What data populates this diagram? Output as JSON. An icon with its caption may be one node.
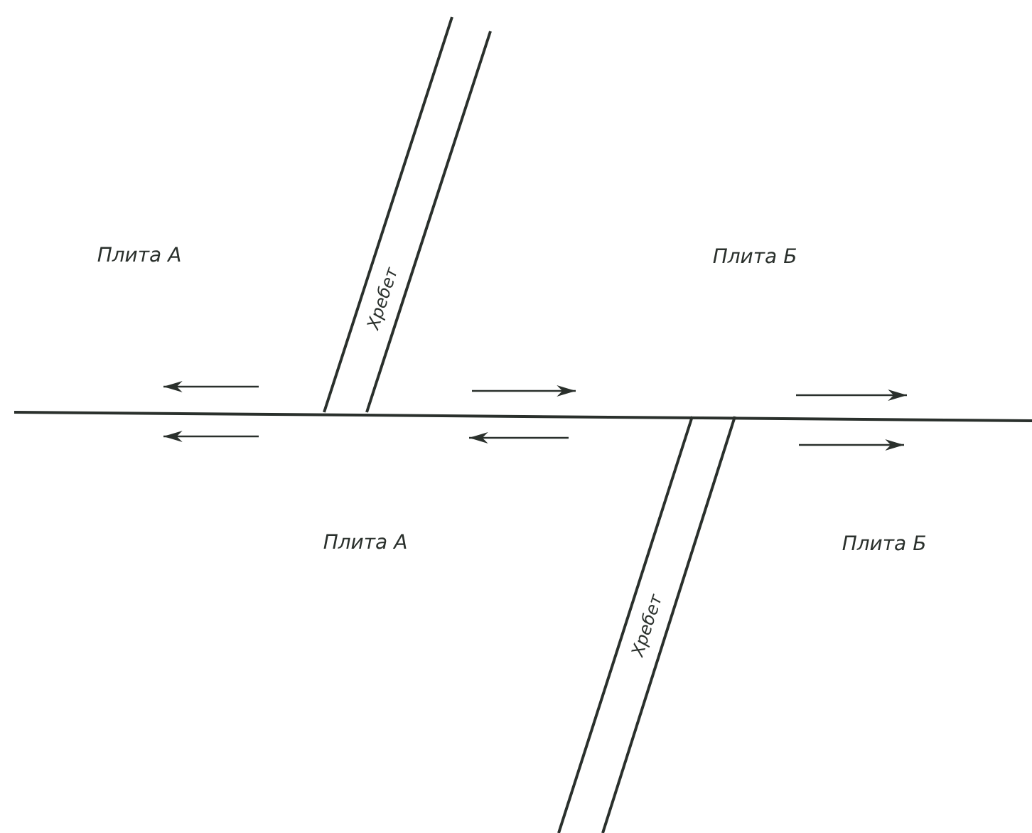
{
  "diagram": {
    "labels": [
      "Плита А",
      "Хребет",
      "Плита Б",
      "Плита А",
      "Плита Б",
      "Хребет"
    ]
  }
}
